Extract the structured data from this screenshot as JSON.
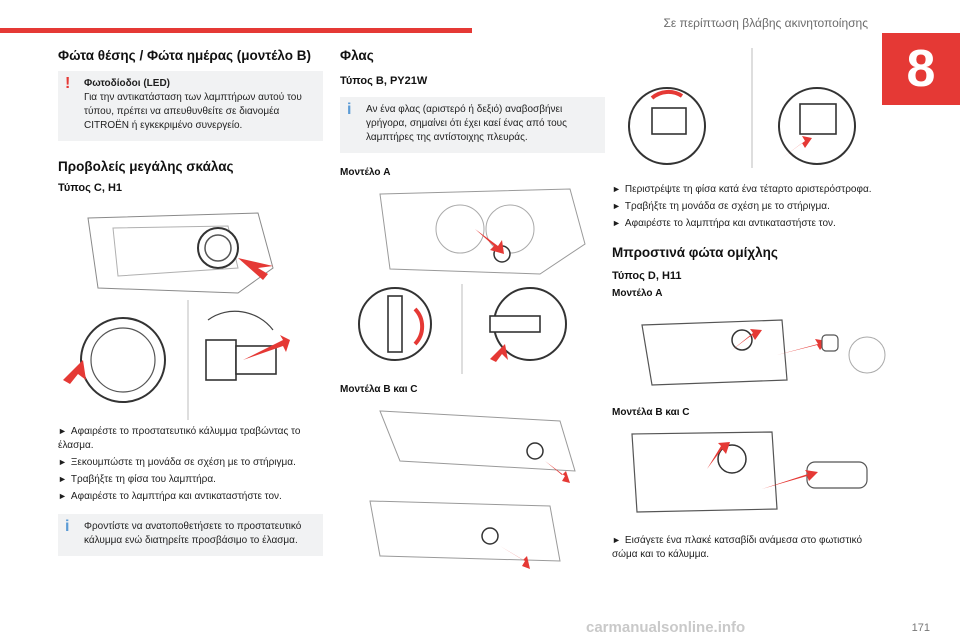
{
  "header": {
    "section": "Σε περίπτωση βλάβης ακινητοποίησης",
    "chapter": "8",
    "page": "171"
  },
  "watermark": "carmanualsonline.info",
  "col1": {
    "title": "Φώτα θέσης / Φώτα ημέρας (μοντέλο B)",
    "warn_title": "Φωτοδίοδοι (LED)",
    "warn_text": "Για την αντικατάσταση των λαμπτήρων αυτού του τύπου, πρέπει να απευθυνθείτε σε διανομέα CITROËN ή εγκεκριμένο συνεργείο.",
    "section_title": "Προβολείς μεγάλης σκάλας",
    "type_label": "Τύπος C, H1",
    "bullets": [
      "Αφαιρέστε το προστατευτικό κάλυμμα τραβώντας το έλασμα.",
      "Ξεκουμπώστε τη μονάδα σε σχέση με το στήριγμα.",
      "Τραβήξτε τη φίσα του λαμπτήρα.",
      "Αφαιρέστε το λαμπτήρα και αντικαταστήστε τον."
    ],
    "info_text": "Φροντίστε να ανατοποθετήσετε το προστατευτικό κάλυμμα ενώ διατηρείτε προσβάσιμο το έλασμα."
  },
  "col2": {
    "title": "Φλας",
    "type_label": "Τύπος B, PY21W",
    "info_text": "Αν ένα φλας (αριστερό ή δεξιό) αναβοσβήνει γρήγορα, σημαίνει ότι έχει καεί ένας από τους λαμπτήρες της αντίστοιχης πλευράς.",
    "model_a": "Μοντέλο A",
    "model_bc": "Μοντέλα B και C"
  },
  "col3": {
    "bullets1": [
      "Περιστρέψτε τη φίσα κατά ένα τέταρτο αριστερόστροφα.",
      "Τραβήξτε τη μονάδα σε σχέση με το στήριγμα.",
      "Αφαιρέστε το λαμπτήρα και αντικαταστήστε τον."
    ],
    "section_title": "Μπροστινά φώτα ομίχλης",
    "type_label": "Τύπος D, H11",
    "model_a": "Μοντέλο A",
    "model_bc": "Μοντέλα B και C",
    "bullets2": [
      "Εισάγετε ένα πλακέ κατσαβίδι ανάμεσα στο φωτιστικό σώμα και το κάλυμμα."
    ]
  },
  "colors": {
    "accent": "#e53935",
    "info": "#5b9bd5",
    "box_bg": "#f1f2f3"
  },
  "icons": {
    "warning": "exclamation-icon",
    "info": "info-icon",
    "bullet": "triangle-right-icon"
  }
}
